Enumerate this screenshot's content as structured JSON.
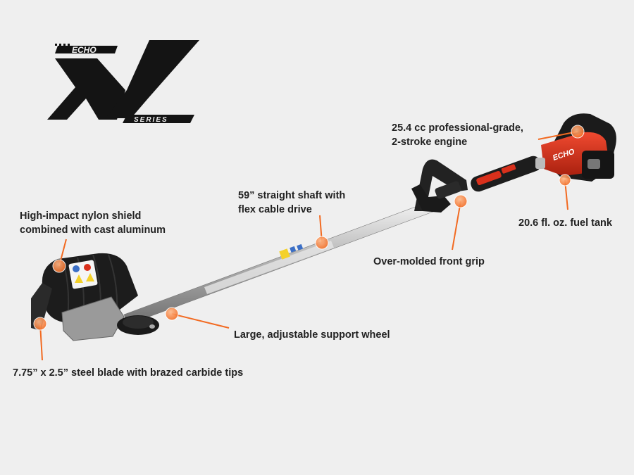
{
  "brand": {
    "logo_text": "ECHO",
    "series_letter": "X",
    "series_text": "SERIES"
  },
  "callouts": {
    "engine": {
      "line1": "25.4 cc professional-grade,",
      "line2": "2-stroke engine"
    },
    "fuel_tank": {
      "text": "20.6 fl. oz. fuel tank"
    },
    "shaft": {
      "line1": "59” straight shaft with",
      "line2": "flex cable drive"
    },
    "front_grip": {
      "text": "Over-molded front grip"
    },
    "shield": {
      "line1": "High-impact nylon shield",
      "line2": "combined with cast aluminum"
    },
    "wheel": {
      "text": "Large, adjustable support wheel"
    },
    "blade": {
      "text": "7.75” x 2.5” steel blade with brazed carbide tips"
    }
  },
  "colors": {
    "accent": "#f26a21",
    "background": "#efefef",
    "text": "#222222",
    "engine_red": "#d9301c",
    "body_black": "#1c1c1c"
  }
}
